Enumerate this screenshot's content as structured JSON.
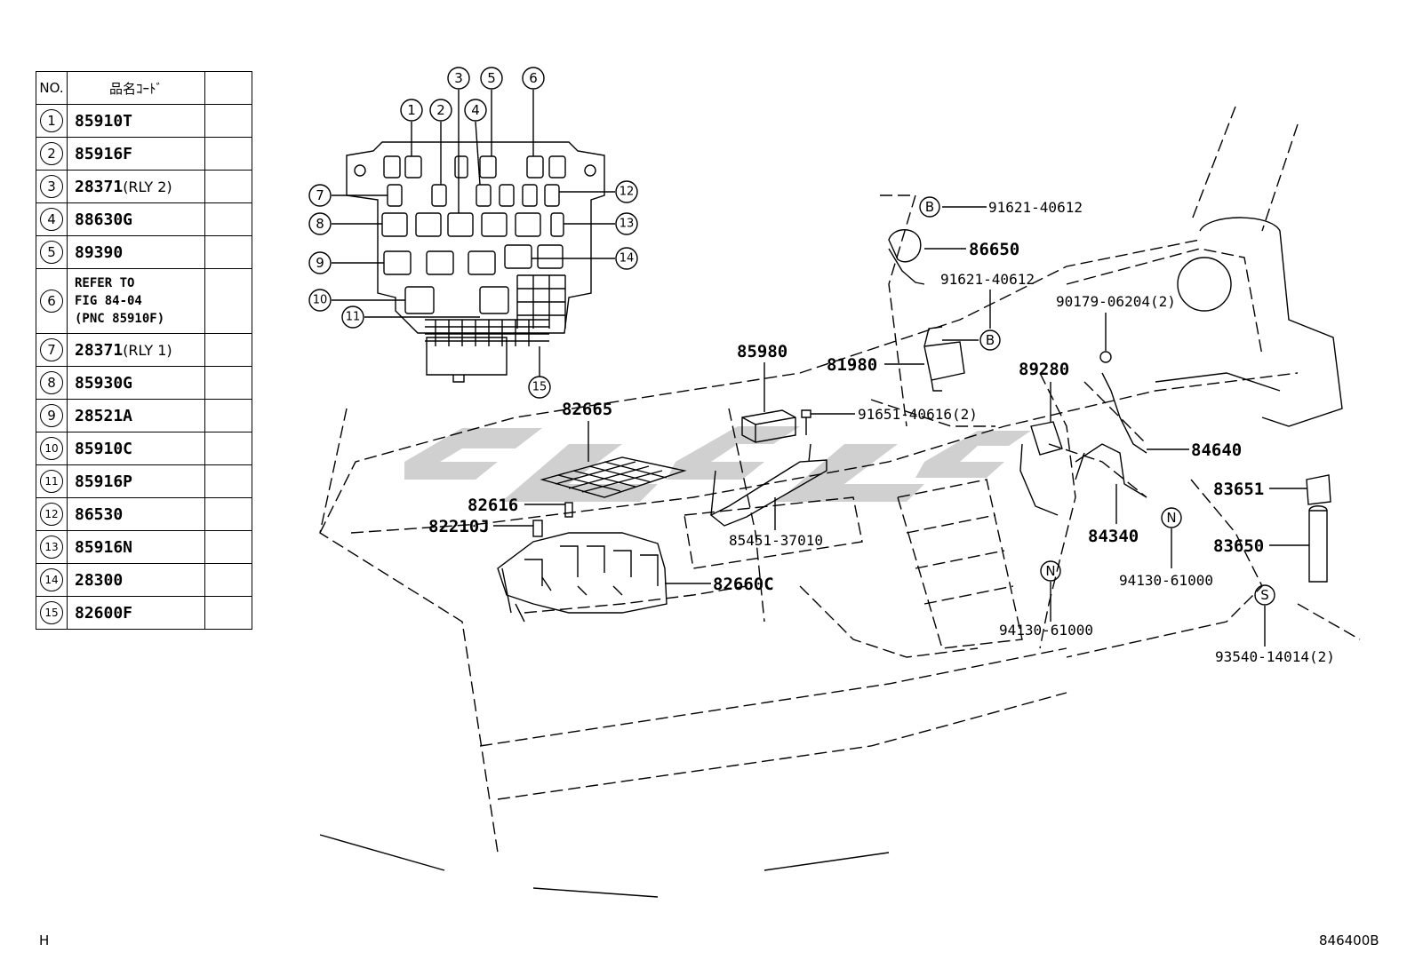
{
  "legend": {
    "header": {
      "no": "NO.",
      "code": "品名ｺｰﾄﾞ"
    },
    "rows": [
      {
        "no": "1",
        "code": "85910T",
        "suffix": ""
      },
      {
        "no": "2",
        "code": "85916F",
        "suffix": ""
      },
      {
        "no": "3",
        "code": "28371",
        "suffix": "(RLY 2)"
      },
      {
        "no": "4",
        "code": "88630G",
        "suffix": ""
      },
      {
        "no": "5",
        "code": "89390",
        "suffix": ""
      },
      {
        "no": "6",
        "code": "",
        "note": [
          "REFER TO",
          "FIG 84-04",
          "(PNC 85910F)"
        ]
      },
      {
        "no": "7",
        "code": "28371",
        "suffix": "(RLY 1)"
      },
      {
        "no": "8",
        "code": "85930G",
        "suffix": ""
      },
      {
        "no": "9",
        "code": "28521A",
        "suffix": ""
      },
      {
        "no": "10",
        "code": "85910C",
        "suffix": ""
      },
      {
        "no": "11",
        "code": "85916P",
        "suffix": ""
      },
      {
        "no": "12",
        "code": "86530",
        "suffix": ""
      },
      {
        "no": "13",
        "code": "85916N",
        "suffix": ""
      },
      {
        "no": "14",
        "code": "28300",
        "suffix": ""
      },
      {
        "no": "15",
        "code": "82600F",
        "suffix": ""
      }
    ]
  },
  "relay_block_callouts": [
    "1",
    "2",
    "3",
    "4",
    "5",
    "6",
    "7",
    "8",
    "9",
    "10",
    "11",
    "12",
    "13",
    "14",
    "15"
  ],
  "part_labels": {
    "p82665": "82665",
    "p82616": "82616",
    "p82210J": "82210J",
    "p82660C": "82660C",
    "p85980": "85980",
    "p85451": "85451-37010",
    "p81980": "81980",
    "p91651": "91651-40616(2)",
    "p91621a": "91621-40612",
    "p86650": "86650",
    "p91621b": "91621-40612",
    "p90179": "90179-06204(2)",
    "p89280": "89280",
    "p84640": "84640",
    "p84340": "84340",
    "p83651": "83651",
    "p83650": "83650",
    "p94130a": "94130-61000",
    "p94130b": "94130-61000",
    "p93540": "93540-14014(2)"
  },
  "ref_letters": {
    "b1": "B",
    "b2": "B",
    "n1": "N",
    "n2": "N",
    "s1": "S"
  },
  "corner": {
    "left": "H",
    "right": "846400B"
  }
}
